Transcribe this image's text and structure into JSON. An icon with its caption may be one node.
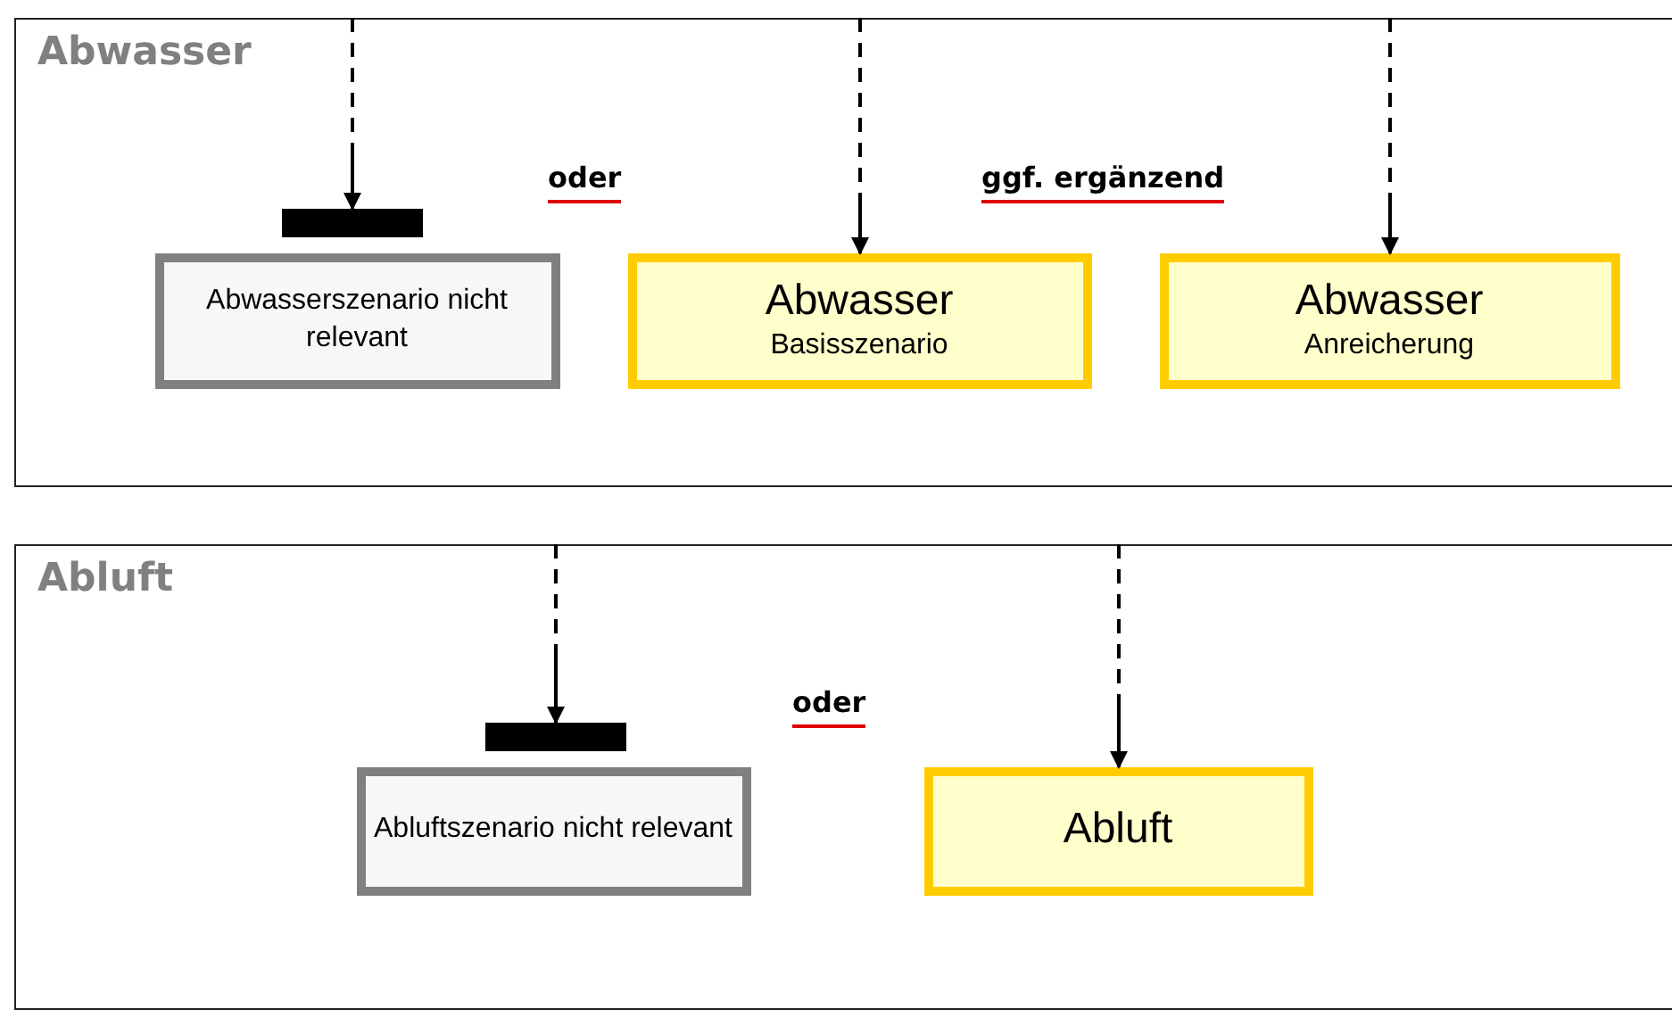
{
  "diagram": {
    "nodes": [
      {
        "text": [
          "Abwasser"
        ]
      },
      {
        "text": [],
        "shape": "bar",
        "in": 0
      },
      {
        "text": [
          "Abwasserszenario nicht relevant"
        ],
        "in": 0
      },
      {
        "text": [
          "Abwasser",
          "Basisszenario"
        ],
        "in": 0
      },
      {
        "text": [
          "Abwasser",
          "Anreicherung"
        ],
        "in": 0
      },
      {
        "text": [
          "Abluft"
        ]
      },
      {
        "text": [],
        "shape": "bar",
        "in": 5
      },
      {
        "text": [
          "Abluftszenario nicht relevant"
        ],
        "in": 5
      },
      {
        "text": [
          "Abluft"
        ],
        "in": 5
      }
    ],
    "edges": [
      {
        "from": null,
        "to": 1,
        "arrow": "to",
        "style": "dashed"
      },
      {
        "from": null,
        "to": 3,
        "arrow": "to",
        "style": "dashed"
      },
      {
        "from": null,
        "to": 4,
        "arrow": "to",
        "style": "dashed"
      },
      {
        "from": null,
        "to": 6,
        "arrow": "to",
        "style": "dashed"
      },
      {
        "from": null,
        "to": 8,
        "arrow": "to",
        "style": "dashed"
      }
    ],
    "labels": [
      "oder",
      "ggf. ergänzend",
      "oder"
    ]
  }
}
